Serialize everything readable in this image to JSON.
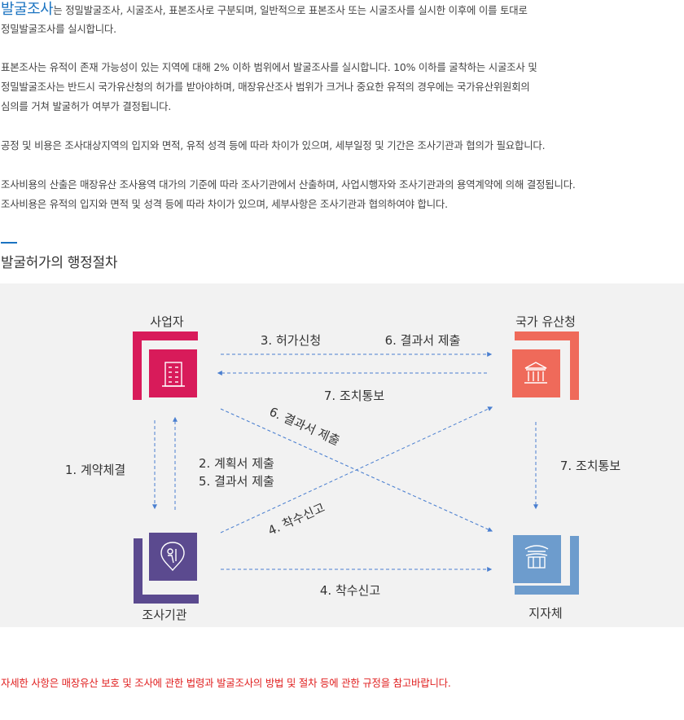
{
  "intro": {
    "term": "발굴조사",
    "line1_rest": "는 정밀발굴조사, 시굴조사, 표본조사로 구분되며, 일반적으로 표본조사 또는 시굴조사를 실시한 이후에 이를 토대로",
    "line2": "정밀발굴조사를 실시합니다."
  },
  "paragraphs": [
    [
      "표본조사는 유적이 존재 가능성이 있는 지역에 대해 2% 이하 범위에서 발굴조사를 실시합니다. 10% 이하를 굴착하는 시굴조사 및",
      "정밀발굴조사는 반드시 국가유산청의 허가를 받아야하며, 매장유산조사 범위가 크거나 중요한 유적의 경우에는 국가유산위원회의",
      "심의를 거쳐 발굴허가 여부가 결정됩니다."
    ],
    [
      "공정 및 비용은 조사대상지역의 입지와 면적, 유적 성격 등에 따라 차이가 있으며, 세부일정 및 기간은 조사기관과 협의가 필요합니다."
    ],
    [
      "조사비용의 산출은 매장유산 조사용역 대가의 기준에 따라 조사기관에서 산출하며, 사업시행자와 조사기관과의 용역계약에 의해 결정됩니다.",
      "조사비용은 유적의 입지와 면적 및 성격 등에 따라 차이가 있으며, 세부사항은 조사기관과 협의하여야 합니다."
    ]
  ],
  "section_title": "발굴허가의 행정절차",
  "diagram": {
    "nodes": {
      "developer": {
        "label": "사업자",
        "color": "#d81b5a",
        "icon": "building-icon"
      },
      "agency": {
        "label": "국가 유산청",
        "color": "#ef6a5a",
        "icon": "government-building-icon"
      },
      "institute": {
        "label": "조사기관",
        "color": "#5b4a8f",
        "icon": "excavation-worker-icon"
      },
      "local_gov": {
        "label": "지자체",
        "color": "#6d9ccd",
        "icon": "traditional-gate-icon"
      }
    },
    "edges": {
      "apply": "3. 허가신청",
      "submit_report_top": "6. 결과서 제출",
      "notify_top": "7. 조치통보",
      "submit_report_diag": "6. 결과서 제출",
      "contract": "1. 계약체결",
      "plan_submit": "2. 계획서 제출",
      "report_submit": "5. 결과서 제출",
      "start_report_diag": "4. 착수신고",
      "notify_right": "7. 조치통보",
      "start_report_bottom": "4. 착수신고"
    },
    "arrow_color": "#4a7fd0"
  },
  "footer_note": "자세한 사항은 매장유산 보호 및 조사에 관한 법령과 발굴조사의 방법 및 절차 등에 관한 규정을 참고바랍니다."
}
